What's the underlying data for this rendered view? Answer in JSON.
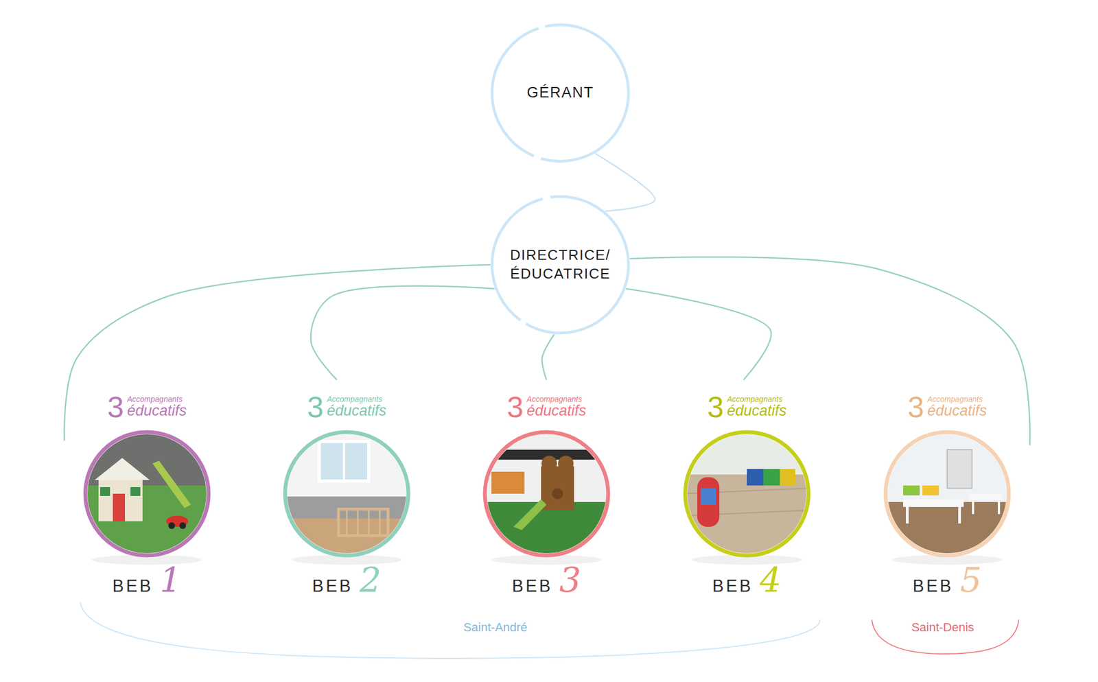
{
  "diagram": {
    "nodes": [
      {
        "text": [
          "GÉRANT"
        ]
      },
      {
        "text": [
          "DIRECTRICE/ ÉDUCATRICE"
        ]
      },
      {
        "text": [
          "3",
          "Accompagnants",
          "éducatifs",
          "BEB",
          "1"
        ]
      },
      {
        "text": [
          "3",
          "Accompagnants",
          "éducatifs",
          "BEB",
          "2"
        ]
      },
      {
        "text": [
          "3",
          "Accompagnants",
          "éducatifs",
          "BEB",
          "3"
        ]
      },
      {
        "text": [
          "3",
          "Accompagnants",
          "éducatifs",
          "BEB",
          "4"
        ]
      },
      {
        "text": [
          "3",
          "Accompagnants",
          "éducatifs",
          "BEB",
          "5"
        ]
      }
    ],
    "edges": [
      {
        "from": 0,
        "to": 1,
        "arrow": "none"
      },
      {
        "from": 1,
        "to": 2,
        "arrow": "none"
      },
      {
        "from": 1,
        "to": 3,
        "arrow": "none"
      },
      {
        "from": 1,
        "to": 4,
        "arrow": "none"
      },
      {
        "from": 1,
        "to": 5,
        "arrow": "none"
      },
      {
        "from": 1,
        "to": 6,
        "arrow": "none"
      }
    ],
    "labels": [
      "Saint-André",
      "Saint-Denis"
    ]
  }
}
